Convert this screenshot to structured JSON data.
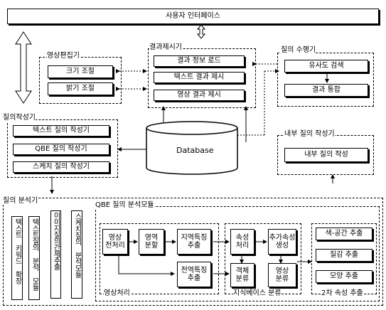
{
  "user_interface": "사용자 인터페이스",
  "image_editor": {
    "title": "영상편집기",
    "items": [
      "크기 조절",
      "밝기 조절"
    ]
  },
  "result_presenter": {
    "title": "결과제시기",
    "items": [
      "결과 정보 로드",
      "텍스트 결과 제시",
      "영상 결과 제시"
    ]
  },
  "query_executor": {
    "title": "질의 수행기",
    "items": [
      "유사도 검색",
      "결과 통합"
    ]
  },
  "database": "Database",
  "query_builder": {
    "title": "질의작성기",
    "items": [
      "텍스트 질의 작성기",
      "QBE 질의 작성기",
      "스케치 질의 작성기"
    ]
  },
  "internal_query_builder": {
    "title": "내부 질의 작성기",
    "item": "내부 질의 작성"
  },
  "query_analyzer": {
    "title": "질의 분석기",
    "vertical": [
      "텍스트 키워드 확장",
      "텍스트질의 분석 모듈",
      "이미지질의간제추출",
      "스케치질의 분석모듈"
    ]
  },
  "qbe_module": {
    "title": "QBE 질의 분석모듈",
    "preprocess": "영상\n전처리",
    "segment": "영역\n분할",
    "local_feature": "지역특징\n추출",
    "global_feature": "전역특징\n추출",
    "attr_process": "속성\n처리",
    "extra_attr": "추가속성\n생성",
    "object_class": "객체\n분류",
    "image_class": "영상\n분류",
    "color_space": "색-공간 추출",
    "texture": "질감 추출",
    "shape": "모양 추출",
    "label_image": "영상처리",
    "label_kb": "지식베이스 분류",
    "label_attr2": "2차 속성 추출"
  }
}
